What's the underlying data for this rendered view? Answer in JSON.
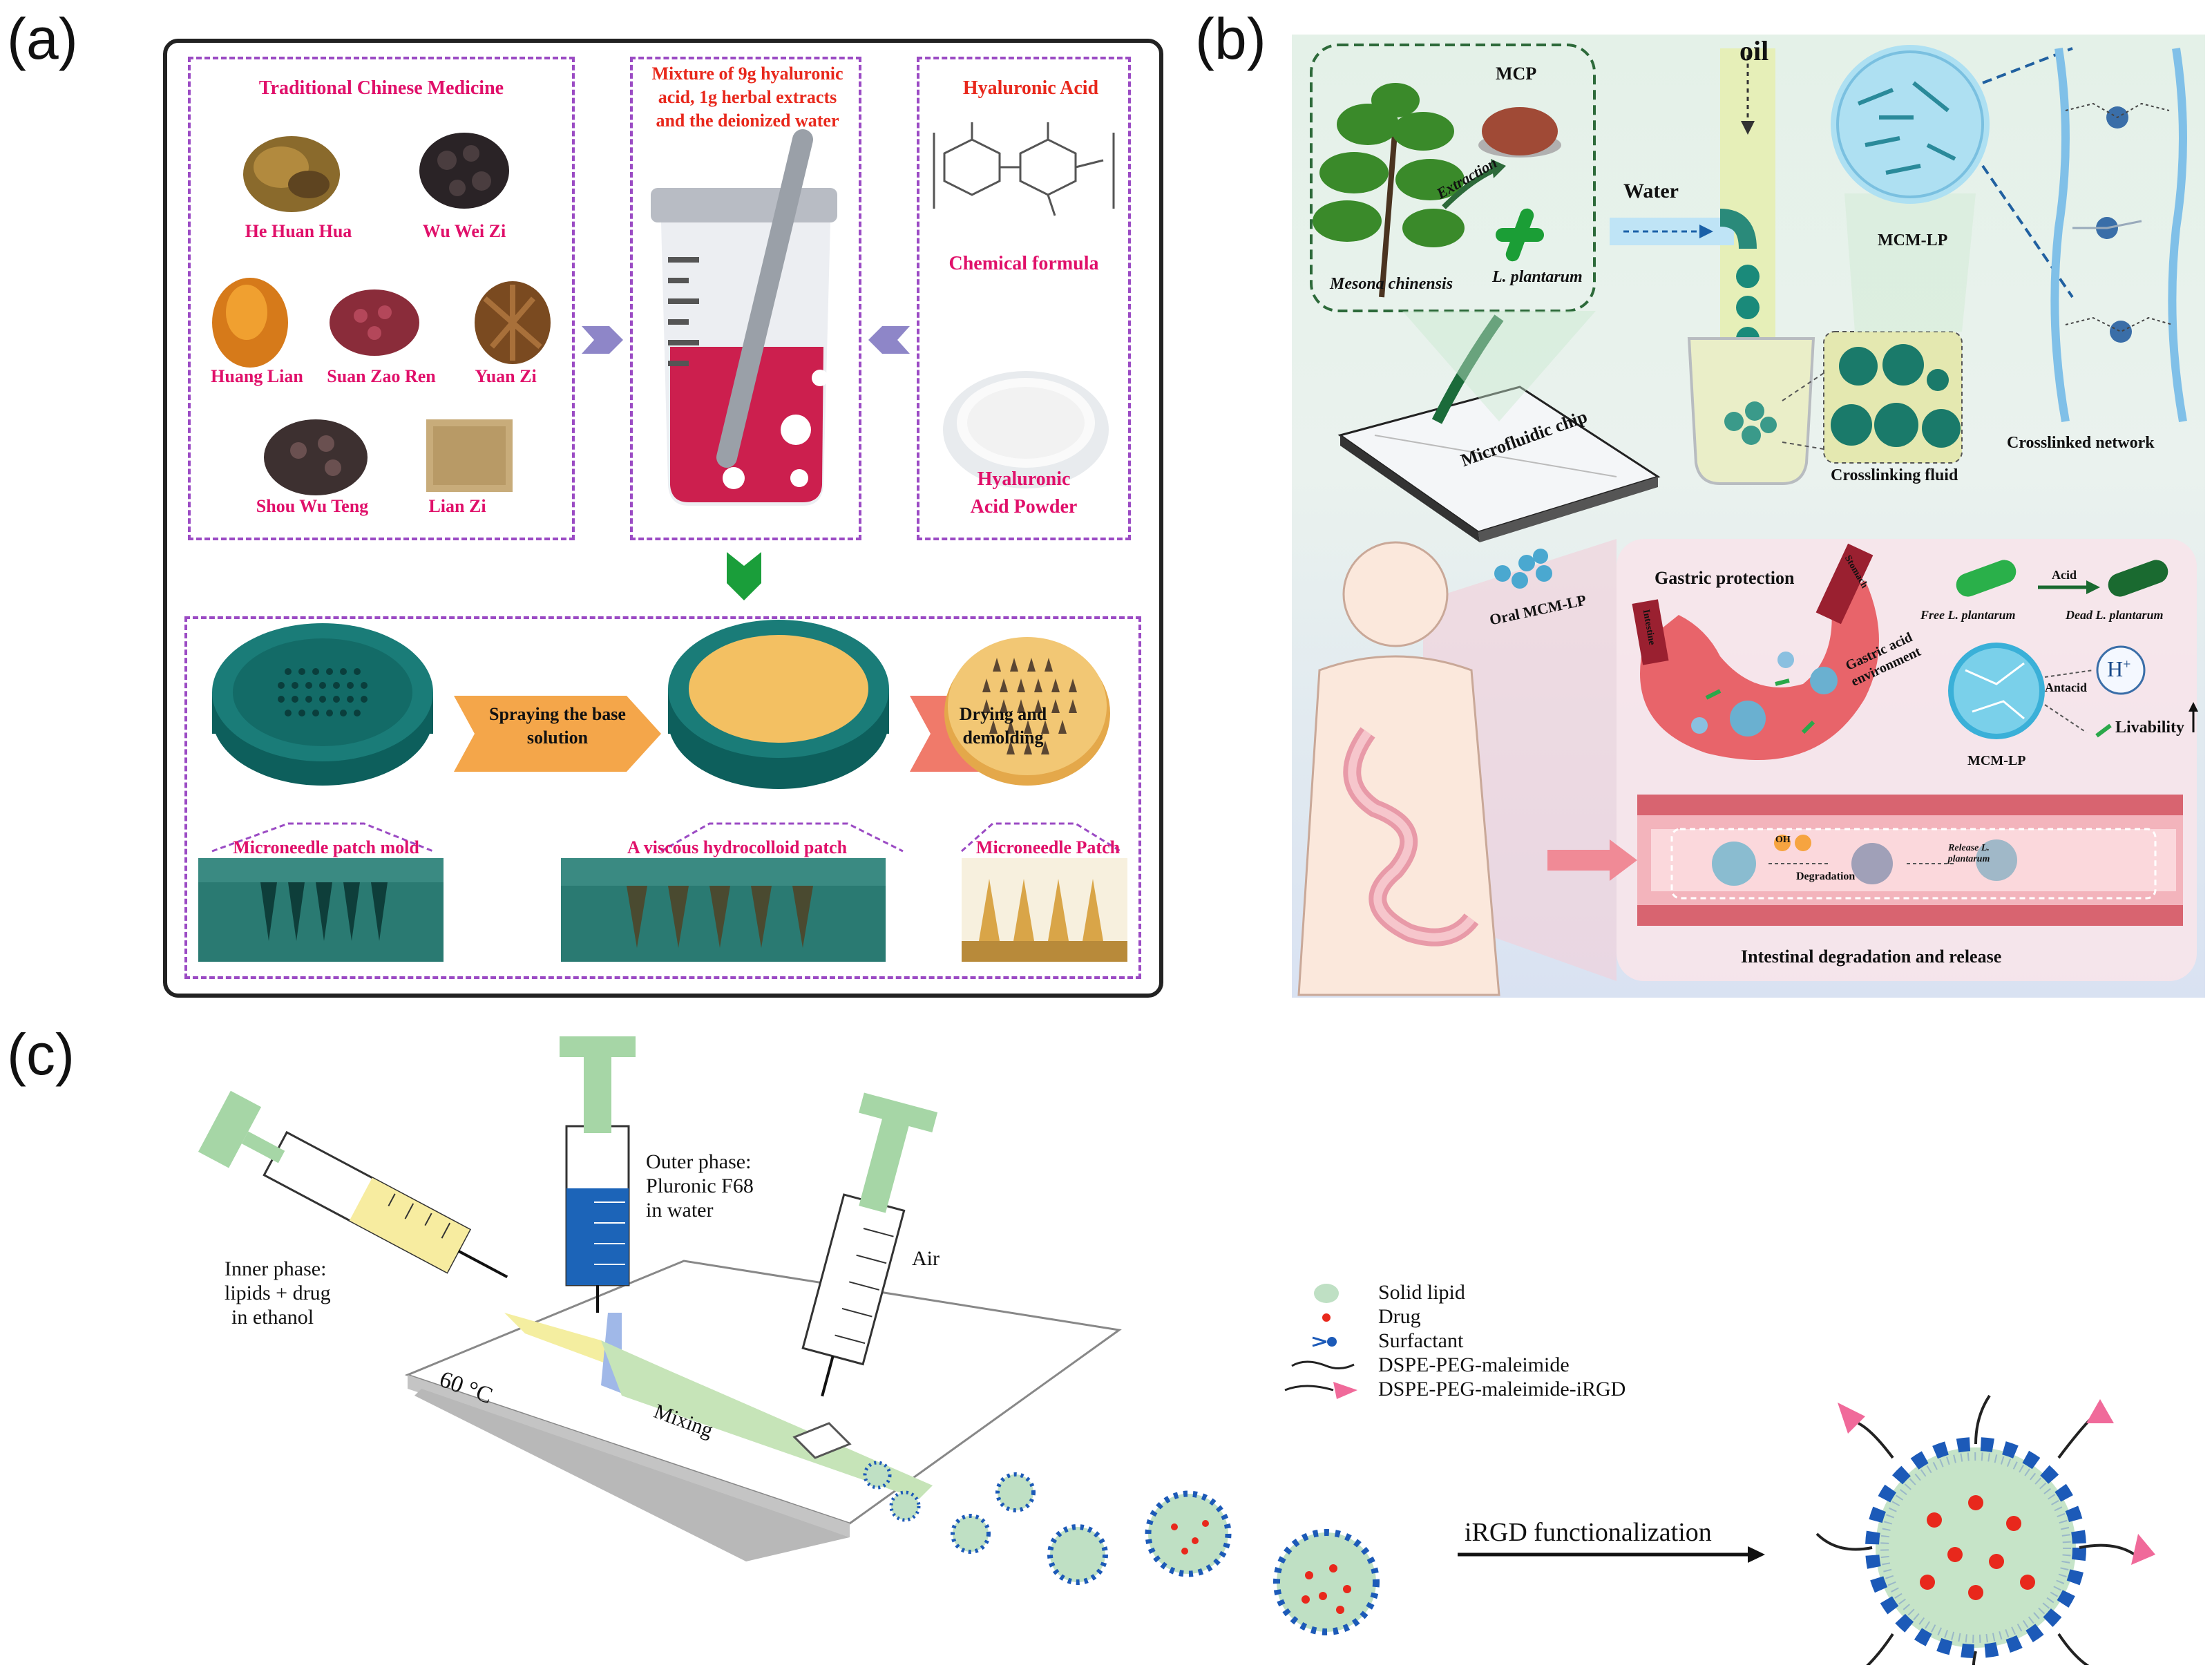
{
  "panel_labels": {
    "a": "(a)",
    "b": "(b)",
    "c": "(c)"
  },
  "panel_a": {
    "tcm_title": "Traditional Chinese Medicine",
    "herbs": [
      "He Huan Hua",
      "Wu Wei Zi",
      "Huang Lian",
      "Suan Zao Ren",
      "Yuan Zi",
      "Shou Wu Teng",
      "Lian Zi"
    ],
    "mixture_title": "Mixture of 9g hyaluronic acid, 1g herbal extracts and the deionized water",
    "ha_title": "Hyaluronic Acid",
    "chemical_formula": "Chemical formula",
    "ha_powder": "Hyaluronic Acid Powder",
    "step1": "Spraying the base solution",
    "step2": "Drying and demolding",
    "mold_label": "Microneedle patch mold",
    "hydrocolloid_label": "A viscous hydrocolloid patch",
    "patch_label": "Microneedle Patch"
  },
  "panel_b": {
    "mcp": "MCP",
    "extraction": "Extraction",
    "mesona": "Mesona chinensis",
    "lplant": "L. plantarum",
    "oil": "oil",
    "water": "Water",
    "chip": "Microfluidic chip",
    "mcmlp": "MCM-LP",
    "crosslinking_fluid": "Crosslinking fluid",
    "crosslinked_network": "Crosslinked network",
    "oral": "Oral MCM-LP",
    "gastric_protection": "Gastric protection",
    "stomach": "Stomach",
    "intestine": "Intestine",
    "gastric_acid_env": "Gastric acid environment",
    "free_lp": "Free L. plantarum",
    "acid": "Acid",
    "dead_lp": "Dead L. plantarum",
    "antacid": "Antacid",
    "hplus": "H",
    "hplus_sup": "+",
    "livability": "Livability",
    "mcmlp2": "MCM-LP",
    "oh": "OH",
    "degradation": "Degradation",
    "release": "Release L. plantarum",
    "intestinal": "Intestinal degradation and release"
  },
  "panel_c": {
    "inner_phase": [
      "Inner phase:",
      "lipids + drug",
      "in ethanol"
    ],
    "outer_phase": [
      "Outer phase:",
      "Pluronic F68",
      "in water"
    ],
    "air": "Air",
    "temp": "60 °C",
    "mixing": "Mixing",
    "legend": [
      "Solid lipid",
      "Drug",
      "Surfactant",
      "DSPE-PEG-maleimide",
      "DSPE-PEG-maleimide-iRGD"
    ],
    "functionalization": "iRGD functionalization"
  },
  "colors": {
    "pink": "#e0106a",
    "red": "#e8281c",
    "teal": "#0f6e6a",
    "gold": "#f2c05a",
    "purple_dash": "#9b4bc4"
  }
}
